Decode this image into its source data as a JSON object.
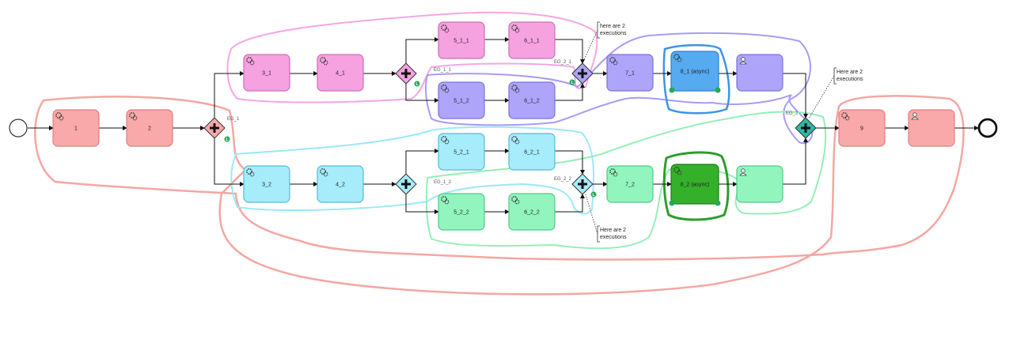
{
  "colors": {
    "red": "#f9a9a9",
    "red_stroke": "#f08c8c",
    "pink": "#f6a2e0",
    "purple": "#aea4fa",
    "blue_task": "#56aaf0",
    "cyan": "#a6ecfb",
    "green": "#92f5bd",
    "dark_green": "#35b02a",
    "loop_red": "#f3a7a2",
    "loop_pink": "#f5a6e2",
    "loop_purple": "#a79cf5",
    "loop_blue": "#3d93e6",
    "loop_cyan": "#9be8f7",
    "loop_green": "#93efb8",
    "loop_dark_green": "#2d9e2b",
    "badge": "#22aa55"
  },
  "tasks": {
    "t1": {
      "label": "1",
      "kind": "gears"
    },
    "t2": {
      "label": "2",
      "kind": "gears"
    },
    "t3_1": {
      "label": "3_1",
      "kind": "gears"
    },
    "t4_1": {
      "label": "4_1",
      "kind": "gears"
    },
    "t5_1_1": {
      "label": "5_1_1",
      "kind": "gears"
    },
    "t6_1_1": {
      "label": "6_1_1",
      "kind": "gears"
    },
    "t5_1_2": {
      "label": "5_1_2",
      "kind": "gears"
    },
    "t6_1_2": {
      "label": "6_1_2",
      "kind": "gears"
    },
    "t7_1": {
      "label": "7_1",
      "kind": "gears"
    },
    "t8_1": {
      "label": "8_1 (async)",
      "kind": "gears"
    },
    "u1": {
      "label": "",
      "kind": "user"
    },
    "t3_2": {
      "label": "3_2",
      "kind": "gears"
    },
    "t4_2": {
      "label": "4_2",
      "kind": "gears"
    },
    "t5_2_1": {
      "label": "5_2_1",
      "kind": "gears"
    },
    "t6_2_1": {
      "label": "6_2_1",
      "kind": "gears"
    },
    "t5_2_2": {
      "label": "5_2_2",
      "kind": "gears"
    },
    "t6_2_2": {
      "label": "6_2_2",
      "kind": "gears"
    },
    "t7_2": {
      "label": "7_2",
      "kind": "gears"
    },
    "t8_2": {
      "label": "8_2 (async)",
      "kind": "gears"
    },
    "u2": {
      "label": "",
      "kind": "user"
    },
    "t9": {
      "label": "9",
      "kind": "gears"
    },
    "u3": {
      "label": "",
      "kind": "user"
    }
  },
  "gateways": {
    "eg1": {
      "label": "EG_1"
    },
    "eg1_1": {
      "label": "EG_1_1"
    },
    "eg2_1": {
      "label": "EG_2_1"
    },
    "eg1_2": {
      "label": "EG_1_2"
    },
    "eg2_2": {
      "label": "EG_2_2"
    },
    "eg2": {
      "label": "EG_2"
    }
  },
  "badge_letter": "L",
  "notes": {
    "n1": {
      "line1": "here are 2",
      "line2": "executions"
    },
    "n2": {
      "line1": "Here are 2",
      "line2": "executions"
    },
    "n3": {
      "line1": "Here are 2",
      "line2": "executions"
    }
  }
}
